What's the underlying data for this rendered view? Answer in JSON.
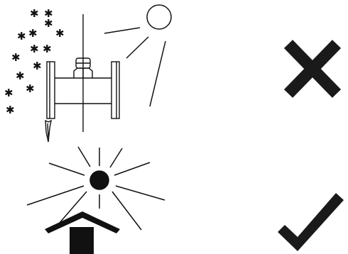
{
  "scenes": [
    {
      "id": "incorrect-installation",
      "elements": [
        "flow-meter",
        "snowflakes",
        "sun"
      ],
      "verdict": "incorrect",
      "verdict_icon": "cross-icon"
    },
    {
      "id": "correct-installation",
      "elements": [
        "sun",
        "shelter-roof",
        "sheltered-box"
      ],
      "verdict": "correct",
      "verdict_icon": "checkmark-icon"
    }
  ],
  "snowflake_glyph": "✱",
  "colors": {
    "ink": "#111111",
    "background": "#ffffff"
  }
}
